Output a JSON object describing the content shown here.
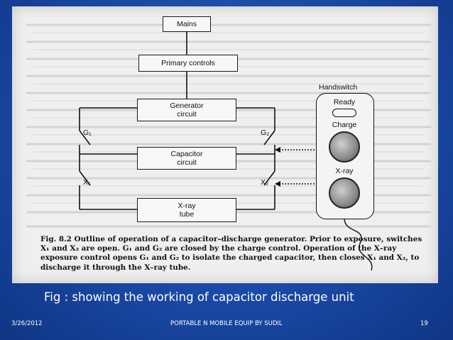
{
  "diagram": {
    "mains": "Mains",
    "primary_controls": "Primary controls",
    "generator_line1": "Generator",
    "generator_line2": "circuit",
    "capacitor_line1": "Capacitor",
    "capacitor_line2": "circuit",
    "xray_tube_line1": "X-ray",
    "xray_tube_line2": "tube",
    "g1": "G₁",
    "g2": "G₂",
    "x1": "X₁",
    "x2": "X₂",
    "handswitch": "Handswitch",
    "ready": "Ready",
    "charge": "Charge",
    "xray_button": "X-ray"
  },
  "caption": {
    "line1": "Fig. 8.2  Outline of operation of a capacitor–discharge generator. Prior to exposure, switches",
    "line2": "X₁ and X₂ are open. G₁ and G₂ are closed by the charge control. Operation of the X–ray",
    "line3": "exposure control opens G₁ and G₂ to isolate the charged capacitor, then closes X₁ and X₂, to",
    "line4": "discharge it through the X–ray tube."
  },
  "slide": {
    "figure_label": "Fig : showing the working of capacitor discharge unit",
    "date": "3/26/2012",
    "footer_title": "PORTABLE N MOBILE EQUIP BY SUDIL",
    "page_number": "19"
  },
  "colors": {
    "slide_bg": "#1a49a6",
    "scan_bg": "#efefef"
  }
}
